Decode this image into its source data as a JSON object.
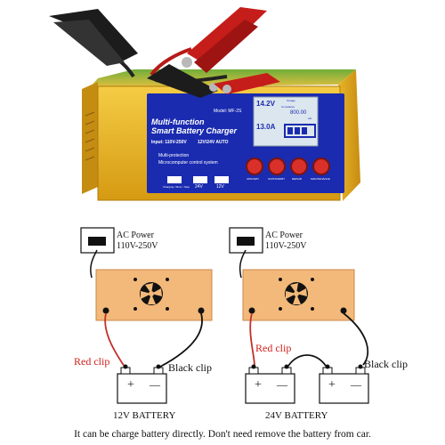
{
  "product": {
    "title_line1": "Multi-function",
    "title_line2": "Smart Battery Charger",
    "model": "Model: MF-2S",
    "input_spec": "Input: 110V-250V",
    "output_spec": "12V/24V AUTO",
    "feature_1": "Multi-protection",
    "feature_2": "Microcomputer control system",
    "mode_labels": [
      "Charging / Mod. / Stop",
      "24V",
      "12V"
    ],
    "display": {
      "voltage": "14.2V",
      "current": "13.0A",
      "cumulative_label": "Cumulative",
      "charge_label": "Outage",
      "cumulative_value": "800.00",
      "unit": "AH"
    },
    "button_labels": [
      "UPDOWN",
      "ON/STANDBY",
      "REPAIR",
      "MAINTENANCE"
    ],
    "colors": {
      "body": "#e8b21c",
      "panel": "#1a2bb0",
      "button": "#d9302a"
    }
  },
  "diagram_12v": {
    "ac_label_1": "AC Power",
    "ac_label_2": "110V-250V",
    "red_clip": "Red clip",
    "black_clip": "Black clip",
    "battery_label": "12V BATTERY",
    "plus": "+",
    "minus": "—"
  },
  "diagram_24v": {
    "ac_label_1": "AC Power",
    "ac_label_2": "110V-250V",
    "red_clip": "Red clip",
    "black_clip": "Black clip",
    "battery_label": "24V BATTERY",
    "plus": "+",
    "minus": "—"
  },
  "caption": "It can be charge battery directly. Don't need remove the battery from car."
}
